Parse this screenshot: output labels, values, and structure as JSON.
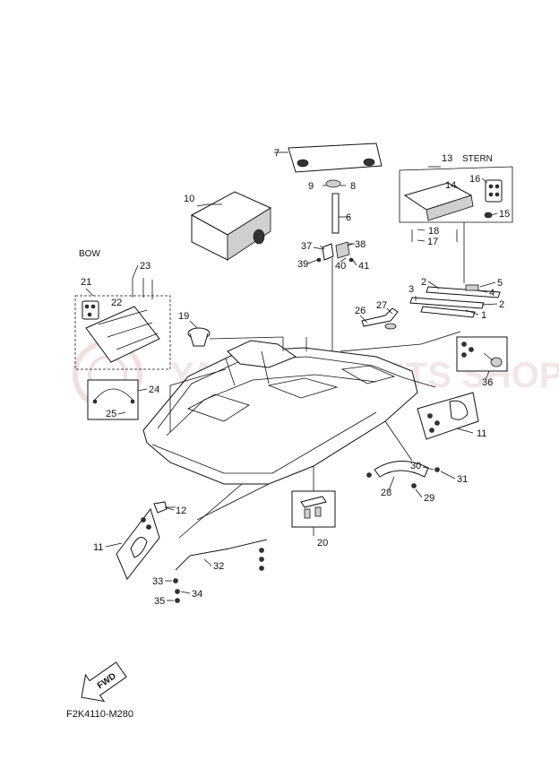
{
  "diagram": {
    "figure_code": "F2K4110-M280",
    "labels": {
      "bow": "BOW",
      "stern": "STERN",
      "fwd": "FWD",
      "watermark": "YAMAHA PARTS SHOP.PL"
    },
    "callouts": [
      "1",
      "2",
      "2",
      "3",
      "4",
      "5",
      "6",
      "7",
      "8",
      "9",
      "10",
      "11",
      "11",
      "12",
      "13",
      "14",
      "15",
      "16",
      "17",
      "18",
      "19",
      "20",
      "21",
      "22",
      "23",
      "24",
      "25",
      "26",
      "27",
      "28",
      "29",
      "30",
      "31",
      "32",
      "33",
      "34",
      "35",
      "36",
      "37",
      "38",
      "39",
      "40",
      "41"
    ]
  }
}
